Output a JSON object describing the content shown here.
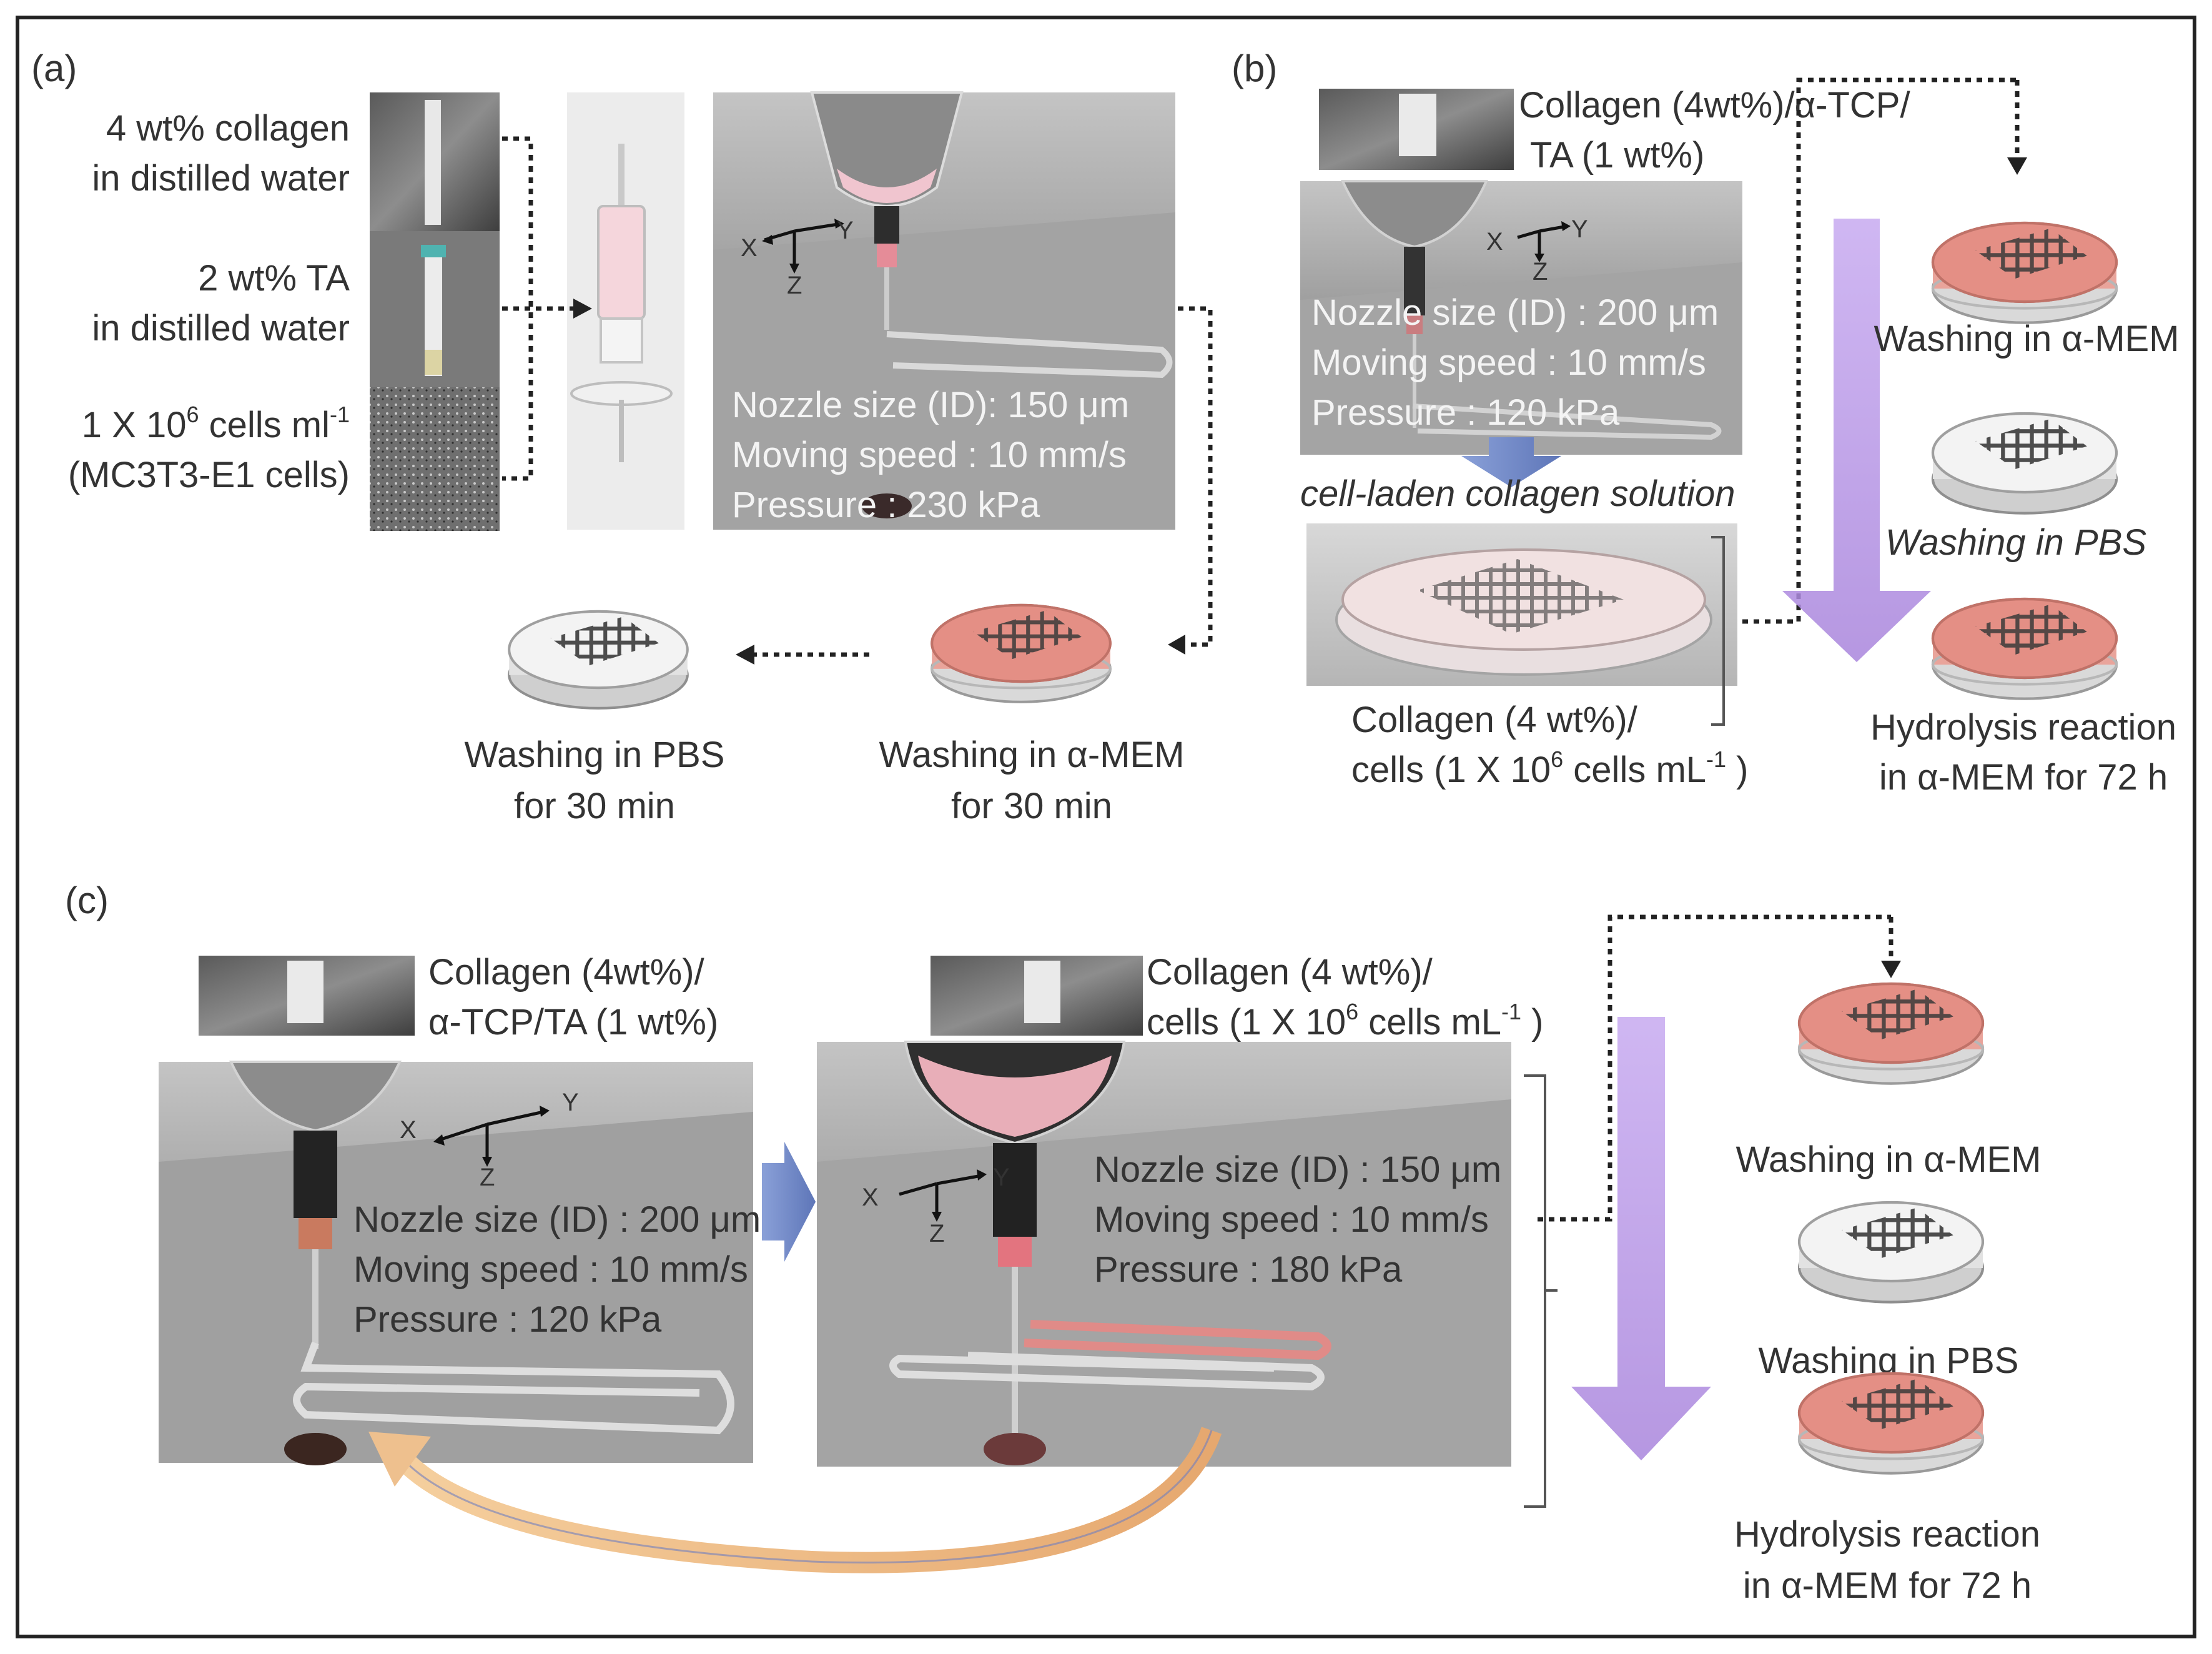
{
  "panels": {
    "a": {
      "label": "(a)",
      "inputs": {
        "collagen": [
          "4 wt% collagen",
          "in distilled water"
        ],
        "ta": [
          "2 wt% TA",
          "in distilled water"
        ],
        "cells_prefix": "1 X 10",
        "cells_exp": "6",
        "cells_unit": " cells ml",
        "cells_unit_exp": "-1",
        "cells_line2": "(MC3T3-E1 cells)"
      },
      "print": {
        "axes": {
          "x": "X",
          "y": "Y",
          "z": "Z"
        },
        "nozzle": "Nozzle size (ID): 150 μm",
        "speed": "Moving speed : 10 mm/s",
        "pressure": "Pressure : 230 kPa"
      },
      "wash_mem": [
        "Washing in α-MEM",
        "for 30 min"
      ],
      "wash_pbs": [
        "Washing in PBS",
        "for 30 min"
      ]
    },
    "b": {
      "label": "(b)",
      "material": [
        "Collagen (4wt%)/α-TCP/",
        "TA (1 wt%)"
      ],
      "print": {
        "axes": {
          "x": "X",
          "y": "Y",
          "z": "Z"
        },
        "nozzle": "Nozzle size (ID) : 200 μm",
        "speed": "Moving speed : 10 mm/s",
        "pressure": "Pressure : 120 kPa"
      },
      "solution_label": "cell-laden collagen solution",
      "result": {
        "line1": "Collagen (4 wt%)/",
        "line2_prefix": "cells (1 X 10",
        "line2_exp": "6",
        "line2_mid": " cells mL",
        "line2_exp2": "-1",
        "line2_end": " )"
      },
      "steps": [
        "Washing in α-MEM",
        "Washing in PBS"
      ],
      "hydrolysis": [
        "Hydrolysis reaction",
        "in α-MEM for 72 h"
      ]
    },
    "c": {
      "label": "(c)",
      "material1": [
        "Collagen (4wt%)/",
        "α-TCP/TA (1 wt%)"
      ],
      "print1": {
        "axes": {
          "x": "X",
          "y": "Y",
          "z": "Z"
        },
        "nozzle": "Nozzle size (ID) : 200 μm",
        "speed": "Moving speed : 10 mm/s",
        "pressure": "Pressure : 120 kPa"
      },
      "material2": {
        "line1": "Collagen (4 wt%)/",
        "line2_prefix": "cells (1 X 10",
        "line2_exp": "6",
        "line2_mid": " cells mL",
        "line2_exp2": "-1",
        "line2_end": " )"
      },
      "print2": {
        "axes": {
          "x": "X",
          "y": "Y",
          "z": "Z"
        },
        "nozzle": "Nozzle size (ID) : 150 μm",
        "speed": "Moving speed : 10 mm/s",
        "pressure": "Pressure : 180 kPa"
      },
      "steps": [
        "Washing in α-MEM",
        "Washing in PBS"
      ],
      "hydrolysis": [
        "Hydrolysis reaction",
        "in α-MEM for 72 h"
      ]
    }
  },
  "colors": {
    "medium_pink": "#dc8a80",
    "arrow_purple": "#b99be0",
    "arrow_blue": "#6f86c4",
    "arrow_orange": "#f0bf8c",
    "render_grey": "#9c9c9c"
  }
}
